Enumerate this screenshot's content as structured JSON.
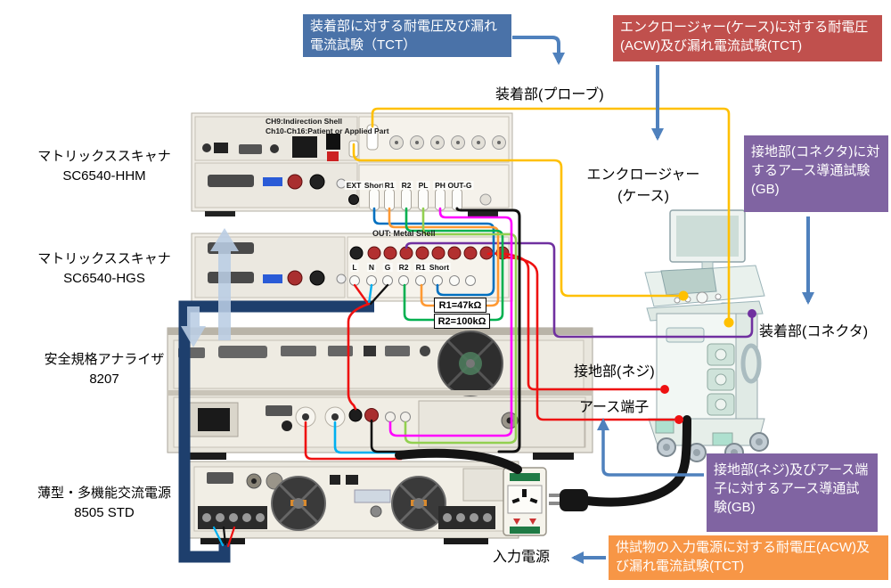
{
  "callouts": {
    "probe_test": "装着部に対する耐電圧及び漏れ電流試験（TCT）",
    "enclosure_test": "エンクロージャー(ケース)に対する耐電圧(ACW)及び漏れ電流試験(TCT)",
    "connector_ground_test": "接地部(コネクタ)に対するアース導通試験(GB)",
    "screw_ground_test": "接地部(ネジ)及びアース端子に対するアース導通試験(GB)",
    "input_power_test": "供試物の入力電源に対する耐電圧(ACW)及び漏れ電流試験(TCT)"
  },
  "point_labels": {
    "probe": "装着部(プローブ)",
    "enclosure_line1": "エンクロージャー",
    "enclosure_line2": "(ケース)",
    "connector": "装着部(コネクタ)",
    "ground_screw": "接地部(ネジ)",
    "earth_terminal": "アース端子",
    "input_power": "入力電源"
  },
  "devices": {
    "scanner1": {
      "name": "マトリックススキャナ",
      "model": "SC6540-HHM",
      "note_line1": "CH9:Indirection Shell",
      "note_line2": "Ch10-Ch16:Patient or Applied Part",
      "ports": [
        "EXT",
        "Short",
        "R1",
        "R2",
        "PL",
        "PH",
        "OUT-G"
      ]
    },
    "scanner2": {
      "name": "マトリックススキャナ",
      "model": "SC6540-HGS",
      "note": "OUT: Metal Shell",
      "ports": [
        "L",
        "N",
        "G",
        "R2",
        "R1",
        "Short"
      ]
    },
    "analyzer": {
      "name": "安全規格アナライザ",
      "model": "8207"
    },
    "power_supply": {
      "name": "薄型・多機能交流電源",
      "model": "8505 STD"
    }
  },
  "annotations": {
    "r1": "R1=47kΩ",
    "r2": "R2=100kΩ"
  },
  "colors": {
    "callout_blue": "#4a72a8",
    "callout_red": "#c0504d",
    "callout_purple": "#8064a2",
    "callout_orange": "#f79646",
    "arrow_blue": "#4f81bd",
    "cable_navy": "#1e3f6d",
    "wire_yellow": "#ffc000",
    "wire_purple": "#7030a0",
    "wire_red": "#ee1111",
    "wire_blue": "#0070c0",
    "wire_cyan": "#00b0f0",
    "wire_orange": "#ff9933",
    "wire_green": "#00b050",
    "wire_light_green": "#92d050",
    "wire_magenta": "#ff00ff",
    "wire_black": "#111111"
  }
}
